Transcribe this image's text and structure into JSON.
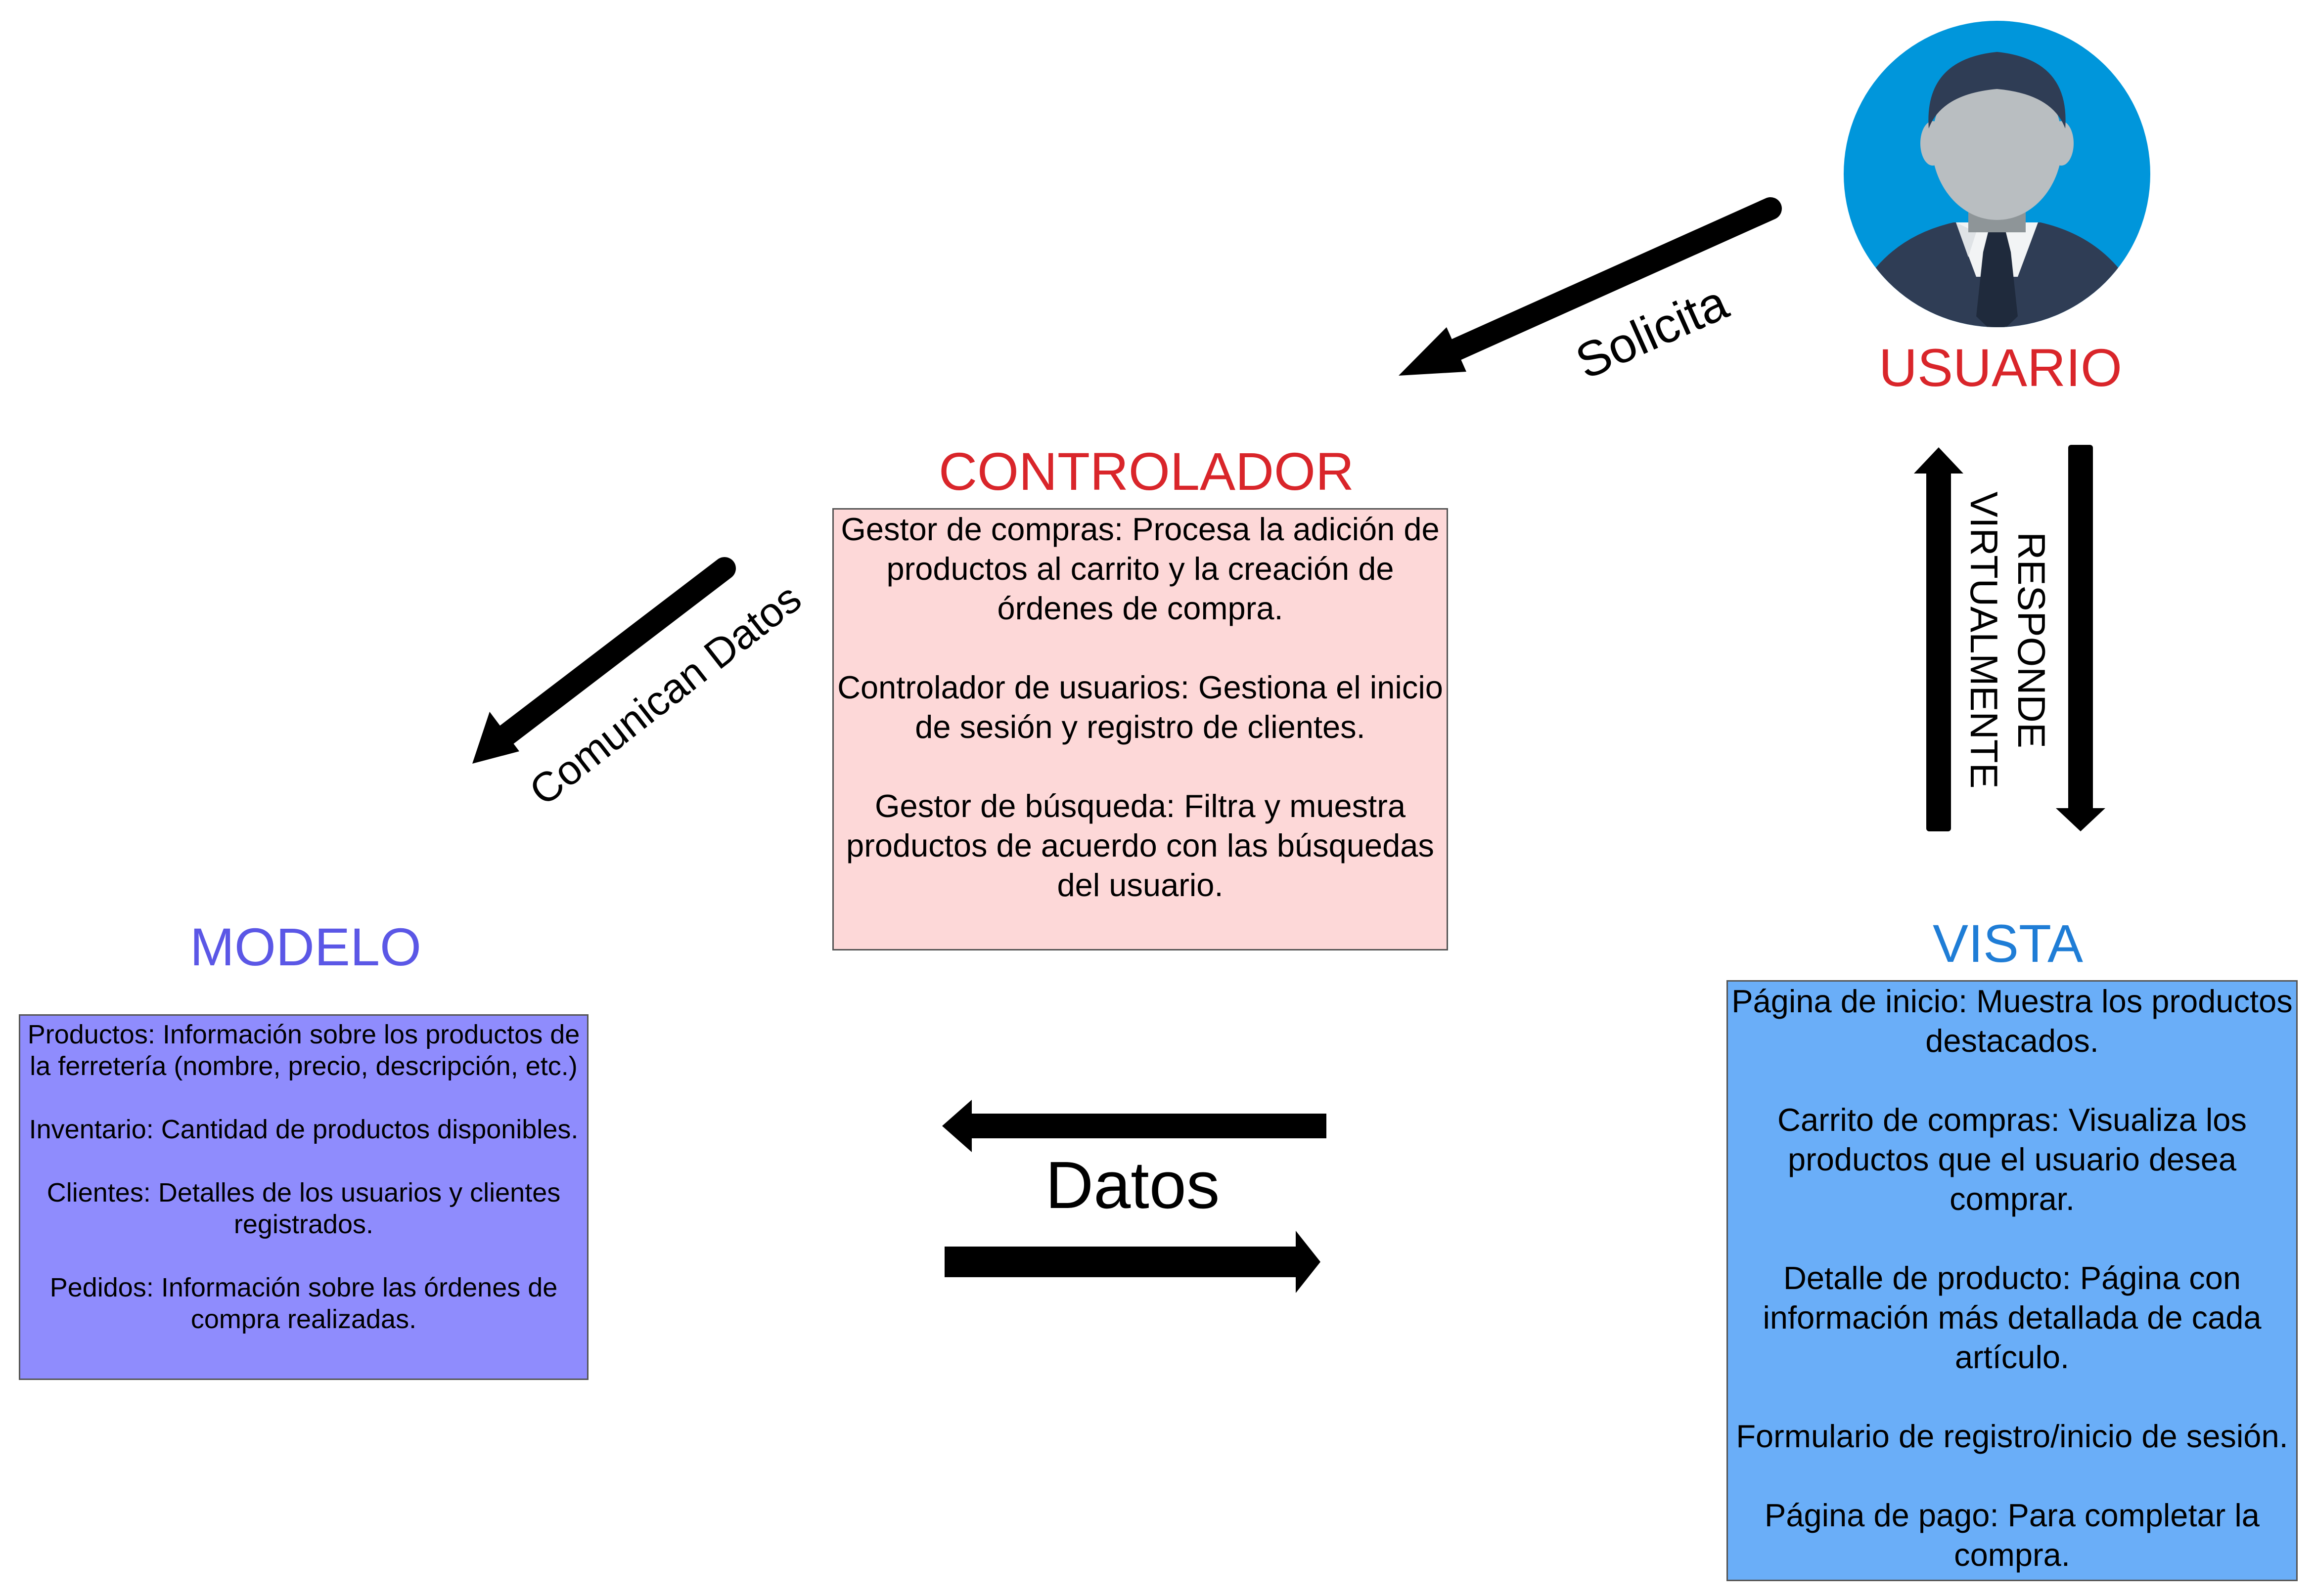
{
  "user": {
    "title": "USUARIO",
    "title_color": "#d9252a",
    "avatar_icon": "user-avatar-icon",
    "avatar_bg": "#0096db"
  },
  "controller": {
    "title": "CONTROLADOR",
    "title_color": "#d9252a",
    "box_color": "#fdd8d8",
    "items": [
      "Gestor de compras: Procesa la adición de productos al carrito y la creación de órdenes de compra.",
      "Controlador de usuarios: Gestiona el inicio de sesión y registro de clientes.",
      "Gestor de búsqueda: Filtra y muestra productos de acuerdo con las búsquedas del usuario."
    ]
  },
  "model": {
    "title": "MODELO",
    "title_color": "#5b57e6",
    "box_color": "#8f8cfd",
    "items": [
      "Productos: Información sobre los productos de la ferretería (nombre, precio, descripción, etc.)",
      "Inventario: Cantidad de productos disponibles.",
      "Clientes: Detalles de los usuarios y clientes registrados.",
      "Pedidos: Información sobre las órdenes de compra realizadas."
    ]
  },
  "view": {
    "title": "VISTA",
    "title_color": "#1f7dd6",
    "box_color": "#6aaef8",
    "items": [
      "Página de inicio: Muestra los productos destacados.",
      "Carrito de compras: Visualiza los productos que el usuario desea comprar.",
      "Detalle de producto: Página con información más detallada de cada artículo.",
      "Formulario de registro/inicio de sesión.",
      "Página de pago: Para completar la compra."
    ]
  },
  "arrows": {
    "solicita": "Solicita",
    "comunican": "Comunican Datos",
    "datos": "Datos",
    "responde_line1": "RESPONDE",
    "responde_line2": "VIRTUALMENTE"
  }
}
